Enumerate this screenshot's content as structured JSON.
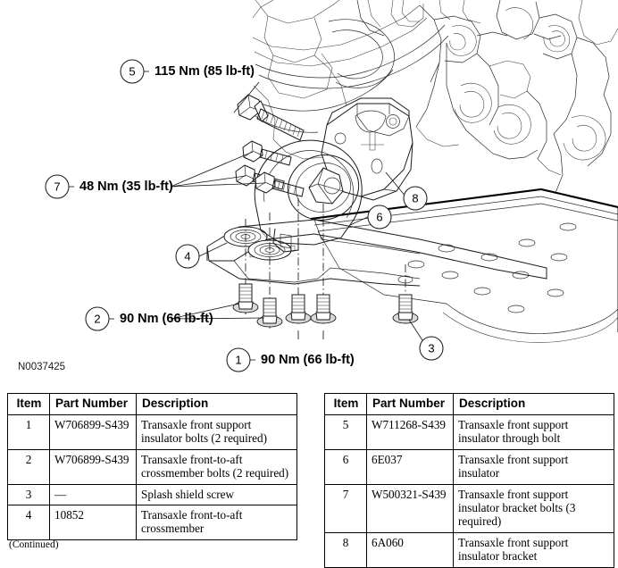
{
  "illustration": {
    "drawing_id": "N0037425",
    "callouts": [
      {
        "id": "callout-5",
        "number": "5",
        "torque": "115 Nm (85 lb-ft)"
      },
      {
        "id": "callout-7",
        "number": "7",
        "torque": "48 Nm (35 lb-ft)"
      },
      {
        "id": "callout-4",
        "number": "4",
        "torque": ""
      },
      {
        "id": "callout-2",
        "number": "2",
        "torque": "90 Nm (66 lb-ft)"
      },
      {
        "id": "callout-1",
        "number": "1",
        "torque": "90 Nm (66 lb-ft)"
      },
      {
        "id": "callout-8",
        "number": "8",
        "torque": ""
      },
      {
        "id": "callout-6",
        "number": "6",
        "torque": ""
      },
      {
        "id": "callout-3",
        "number": "3",
        "torque": ""
      }
    ]
  },
  "table_left": {
    "headers": [
      "Item",
      "Part Number",
      "Description"
    ],
    "rows": [
      {
        "item": "1",
        "part": "W706899-S439",
        "desc": "Transaxle front support insulator bolts (2 required)"
      },
      {
        "item": "2",
        "part": "W706899-S439",
        "desc": "Transaxle front-to-aft crossmember bolts (2 required)"
      },
      {
        "item": "3",
        "part": "—",
        "desc": "Splash shield screw"
      },
      {
        "item": "4",
        "part": "10852",
        "desc": "Transaxle front-to-aft crossmember"
      }
    ],
    "footer": "(Continued)"
  },
  "table_right": {
    "headers": [
      "Item",
      "Part Number",
      "Description"
    ],
    "rows": [
      {
        "item": "5",
        "part": "W711268-S439",
        "desc": "Transaxle front support insulator through bolt"
      },
      {
        "item": "6",
        "part": "6E037",
        "desc": "Transaxle front support insulator"
      },
      {
        "item": "7",
        "part": "W500321-S439",
        "desc": "Transaxle front support insulator bracket bolts (3 required)"
      },
      {
        "item": "8",
        "part": "6A060",
        "desc": "Transaxle front support insulator bracket"
      }
    ]
  }
}
